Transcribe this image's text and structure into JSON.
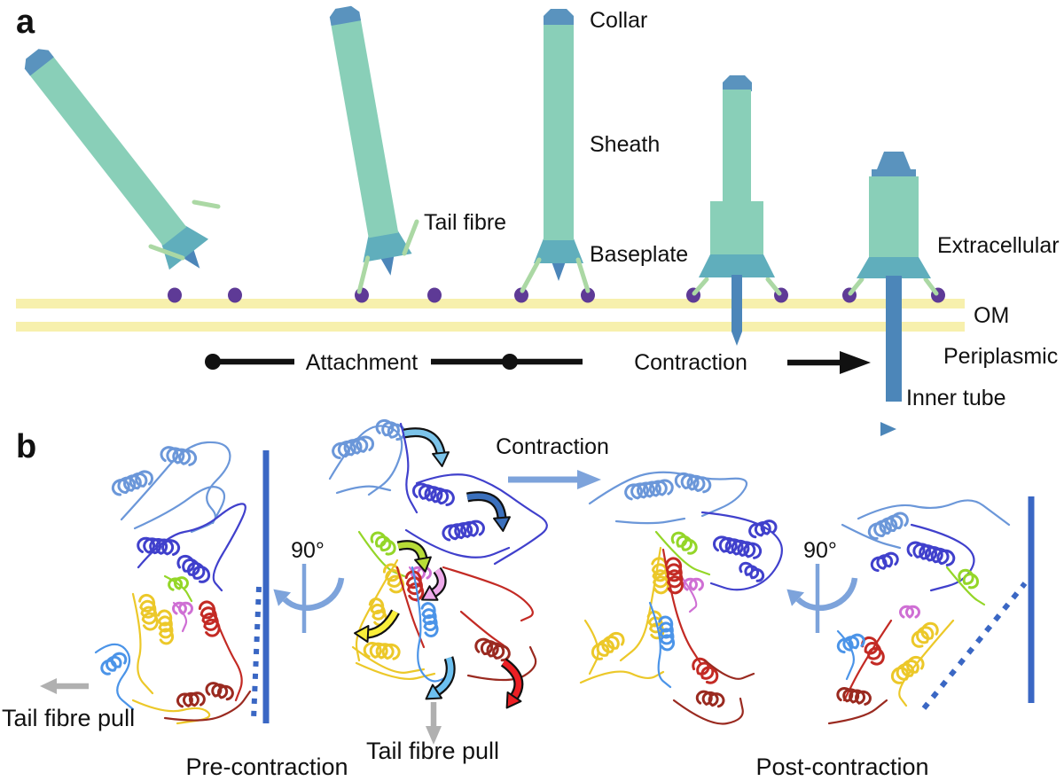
{
  "panel_a": {
    "panel_label": "a",
    "part_labels": {
      "collar": "Collar",
      "sheath": "Sheath",
      "tail_fibre": "Tail fibre",
      "baseplate": "Baseplate",
      "extracellular": "Extracellular",
      "om": "OM",
      "periplasmic": "Periplasmic",
      "inner_tube": "Inner tube"
    },
    "stage_labels": {
      "attachment": "Attachment",
      "contraction": "Contraction"
    },
    "colors": {
      "sheath": "#89cfb8",
      "cap": "#5a93be",
      "baseplate": "#60aebc",
      "tail_fibre": "#abd8a4",
      "inner_tube": "#4c86b9",
      "membrane": "#f7f0ad",
      "receptor": "#5e3a96",
      "timeline": "#111111"
    }
  },
  "panel_b": {
    "panel_label": "b",
    "labels": {
      "rotate_left": "90°",
      "rotate_right": "90°",
      "contraction": "Contraction",
      "tail_fibre_pull_left": "Tail fibre pull",
      "tail_fibre_pull_center": "Tail fibre pull",
      "pre_contraction": "Pre-contraction",
      "post_contraction": "Post-contraction"
    },
    "colors": {
      "guide_blue": "#3a67c4",
      "arrow_blue": "#7da3db",
      "gray": "#b0b0b0",
      "ribbon": {
        "lightblue": "#6b97d9",
        "navy": "#4040cc",
        "green": "#94d628",
        "magenta": "#cf6fd4",
        "yellow": "#ecc829",
        "red": "#c32a24",
        "darkred": "#9a2a20",
        "cyan": "#4b94e8"
      },
      "curved_arrows": {
        "lightblue": "#7cc4ea",
        "darkblue": "#3b70bd",
        "green": "#b7dc36",
        "pink": "#eeaaea",
        "yellow": "#f9ee3a",
        "red": "#ed1f24",
        "cyan": "#6cc0f0"
      }
    }
  }
}
